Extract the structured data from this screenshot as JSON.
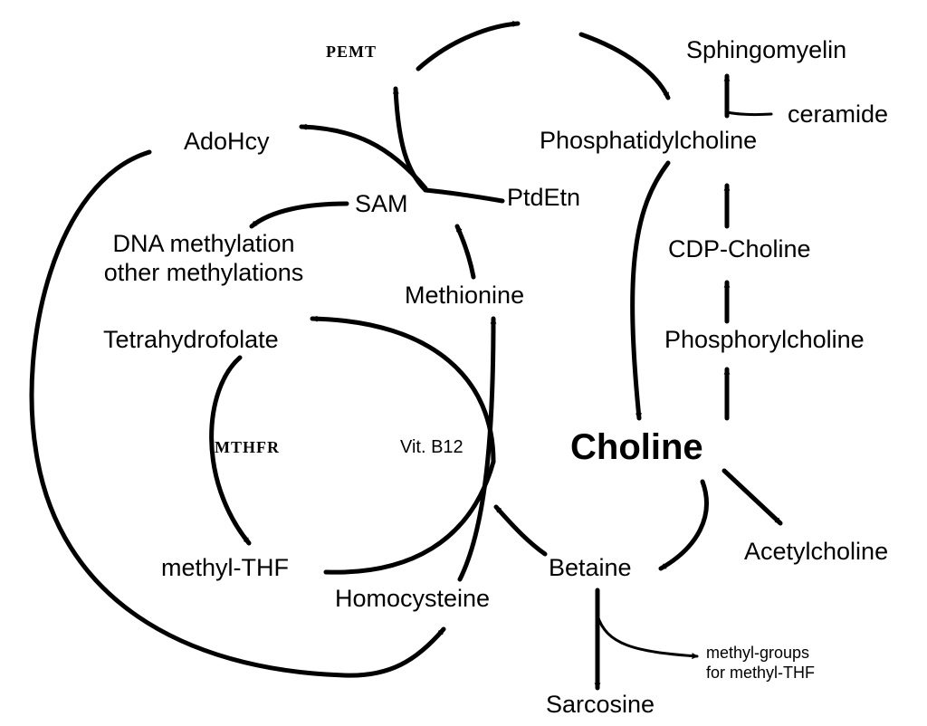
{
  "labels": {
    "pemt": "PEMT",
    "sphingomyelin": "Sphingomyelin",
    "ceramide": "ceramide",
    "phosphatidylcholine": "Phosphatidylcholine",
    "adohcy": "AdoHcy",
    "sam": "SAM",
    "ptdetn": "PtdEtn",
    "dna_methylation_line1": "DNA methylation",
    "dna_methylation_line2": "other methylations",
    "cdp_choline": "CDP-Choline",
    "methionine": "Methionine",
    "tetrahydrofolate": "Tetrahydrofolate",
    "phosphorylcholine": "Phosphorylcholine",
    "mthfr": "MTHFR",
    "vit_b12": "Vit. B12",
    "choline": "Choline",
    "acetylcholine": "Acetylcholine",
    "methyl_thf": "methyl-THF",
    "betaine": "Betaine",
    "homocysteine": "Homocysteine",
    "methyl_groups_line1": "methyl-groups",
    "methyl_groups_line2": "for  methyl-THF",
    "sarcosine": "Sarcosine"
  },
  "colors": {
    "ink": "#000000",
    "background": "#ffffff"
  }
}
